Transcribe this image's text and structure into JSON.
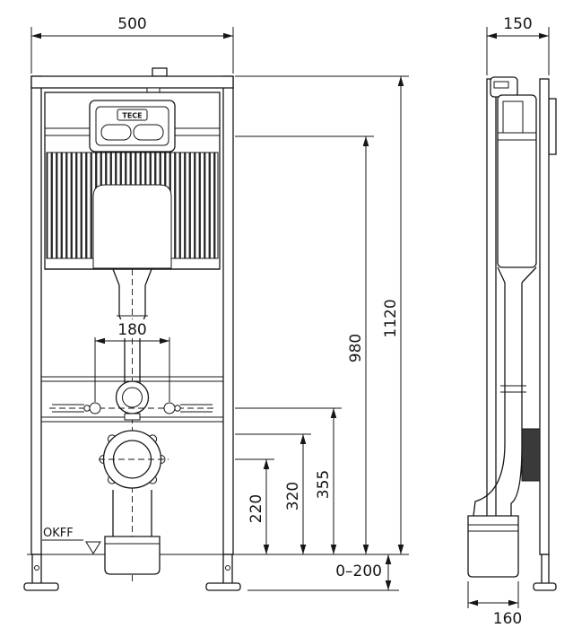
{
  "drawing": {
    "brand": "TECE",
    "floor_label": "OKFF",
    "dims": {
      "width": "500",
      "depth": "150",
      "height_total": "1120",
      "height_980": "980",
      "spacing_180": "180",
      "h_355": "355",
      "h_320": "320",
      "h_220": "220",
      "foot_range": "0–200",
      "outlet_160": "160"
    },
    "colors": {
      "line": "#161616",
      "background": "#ffffff",
      "bracket_fill": "#3a3a3a"
    }
  }
}
